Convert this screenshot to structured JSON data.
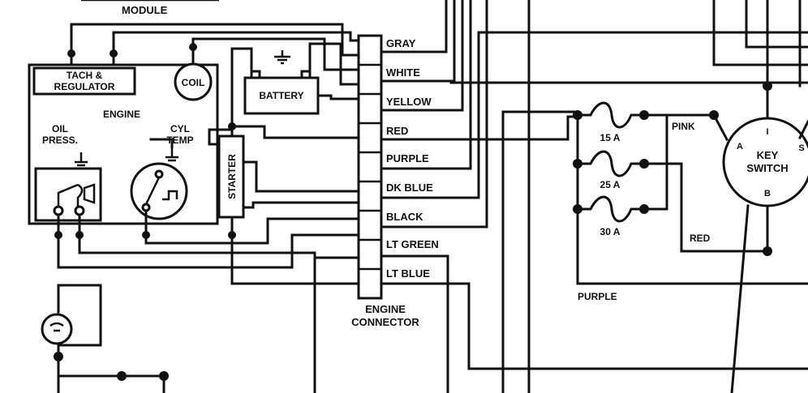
{
  "title_partial": "MODULE",
  "engine": {
    "label": "ENGINE",
    "tach_regulator": [
      "TACH &",
      "REGULATOR"
    ],
    "coil": "COIL",
    "oil_press": [
      "OIL",
      "PRESS."
    ],
    "cyl_temp": [
      "CYL",
      "TEMP"
    ]
  },
  "battery": "BATTERY",
  "starter": "STARTER",
  "connector": {
    "label": [
      "ENGINE",
      "CONNECTOR"
    ],
    "wires": [
      "GRAY",
      "WHITE",
      "YELLOW",
      "RED",
      "PURPLE",
      "DK BLUE",
      "BLACK",
      "LT GREEN",
      "LT BLUE"
    ]
  },
  "fuses": [
    "15 A",
    "25 A",
    "30 A"
  ],
  "wire_labels": {
    "pink": "PINK",
    "red": "RED",
    "purple": "PURPLE"
  },
  "key_switch": {
    "label": [
      "KEY",
      "SWITCH"
    ],
    "terminals": [
      "I",
      "A",
      "S",
      "B"
    ]
  },
  "colors": {
    "ink": "#111111",
    "paper": "#ffffff"
  }
}
